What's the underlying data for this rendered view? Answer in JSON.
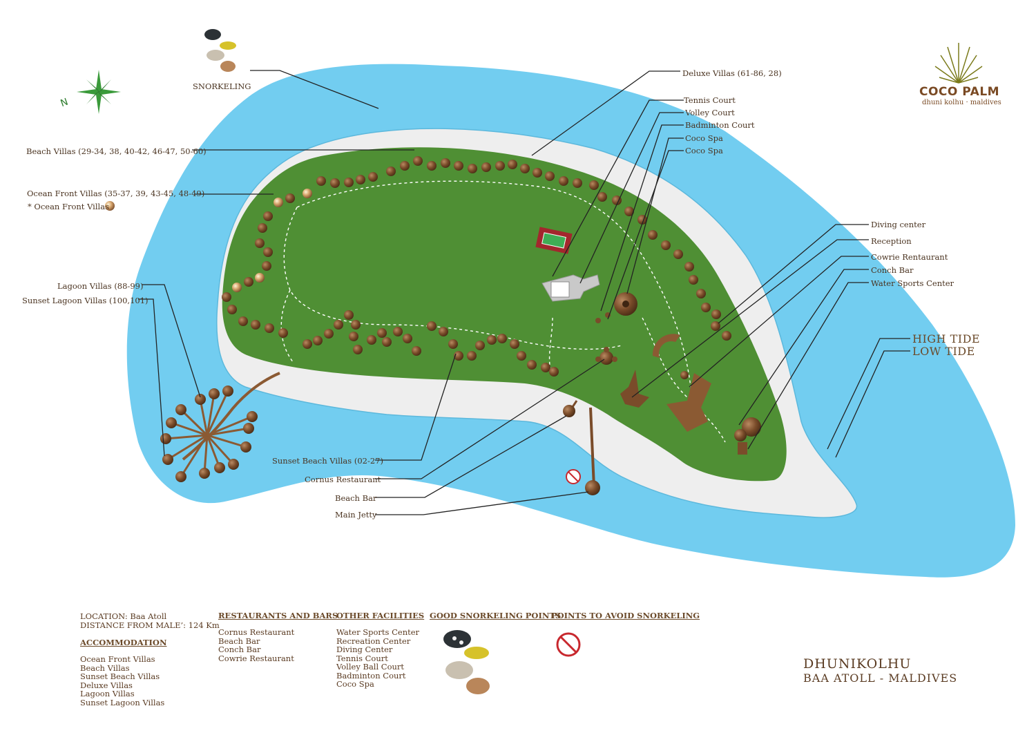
{
  "brand": {
    "name": "COCO PALM",
    "subtitle": "dhuni kolhu · maldives"
  },
  "compass": {
    "direction_label": "N"
  },
  "snorkel_label": "SNORKELING",
  "labels": {
    "beach_villas": "Beach Villas (29-34, 38, 40-42, 46-47, 50-60)",
    "ocean_front_villas": "Ocean Front Villas (35-37, 39, 43-45, 48-49)",
    "ocean_front_note": "* Ocean Front Villas",
    "lagoon_villas": "Lagoon Villas (88-99)",
    "sunset_lagoon_villas": "Sunset Lagoon Villas (100,101)",
    "deluxe_villas": "Deluxe Villas (61-86, 28)",
    "tennis_court": "Tennis Court",
    "volley_court": "Volley Court",
    "badminton_court": "Badminton Court",
    "coco_spa_1": "Coco Spa",
    "coco_spa_2": "Coco Spa",
    "diving_center": "Diving center",
    "reception": "Reception",
    "cowrie_restaurant": "Cowrie Rentaurant",
    "conch_bar": "Conch Bar",
    "water_sports": "Water Sports Center",
    "high_tide": "HIGH TIDE",
    "low_tide": "LOW TIDE",
    "sunset_beach_villas": "Sunset Beach Villas (02-27)",
    "cornus_restaurant": "Cornus Restaurant",
    "beach_bar": "Beach Bar",
    "main_jetty": "Main Jetty"
  },
  "legend": {
    "location": "LOCATION: Baa Atoll",
    "distance": "DISTANCE FROM MALE’: 124 Km",
    "accommodation": {
      "title": "ACCOMMODATION",
      "items": [
        "Ocean Front Villas",
        "Beach Villas",
        "Sunset Beach Villas",
        "Deluxe Villas",
        "Lagoon Villas",
        "Sunset Lagoon Villas"
      ]
    },
    "restaurants": {
      "title": "RESTAURANTS AND BARS",
      "items": [
        "Cornus Restaurant",
        "Beach Bar",
        "Conch Bar",
        "Cowrie Restaurant"
      ]
    },
    "facilities": {
      "title": "OTHER FACILITIES",
      "items": [
        "Water Sports Center",
        "Recreation Center",
        "Diving Center",
        "Tennis Court",
        "Volley Ball Court",
        "Badminton Court",
        "Coco Spa"
      ]
    },
    "good_snorkel": {
      "title": "GOOD SNORKELING POINTS"
    },
    "avoid_snorkel": {
      "title": "POINTS TO AVOID SNORKELING"
    }
  },
  "place": {
    "name": "DHUNIKOLHU",
    "region": "BAA ATOLL - MALDIVES"
  },
  "colors": {
    "lagoon": "#72cdf0",
    "beach": "#eeeeee",
    "island": "#4f8f34",
    "villa": "#6e4526",
    "leader": "#222222",
    "text": "#5a3b22"
  }
}
